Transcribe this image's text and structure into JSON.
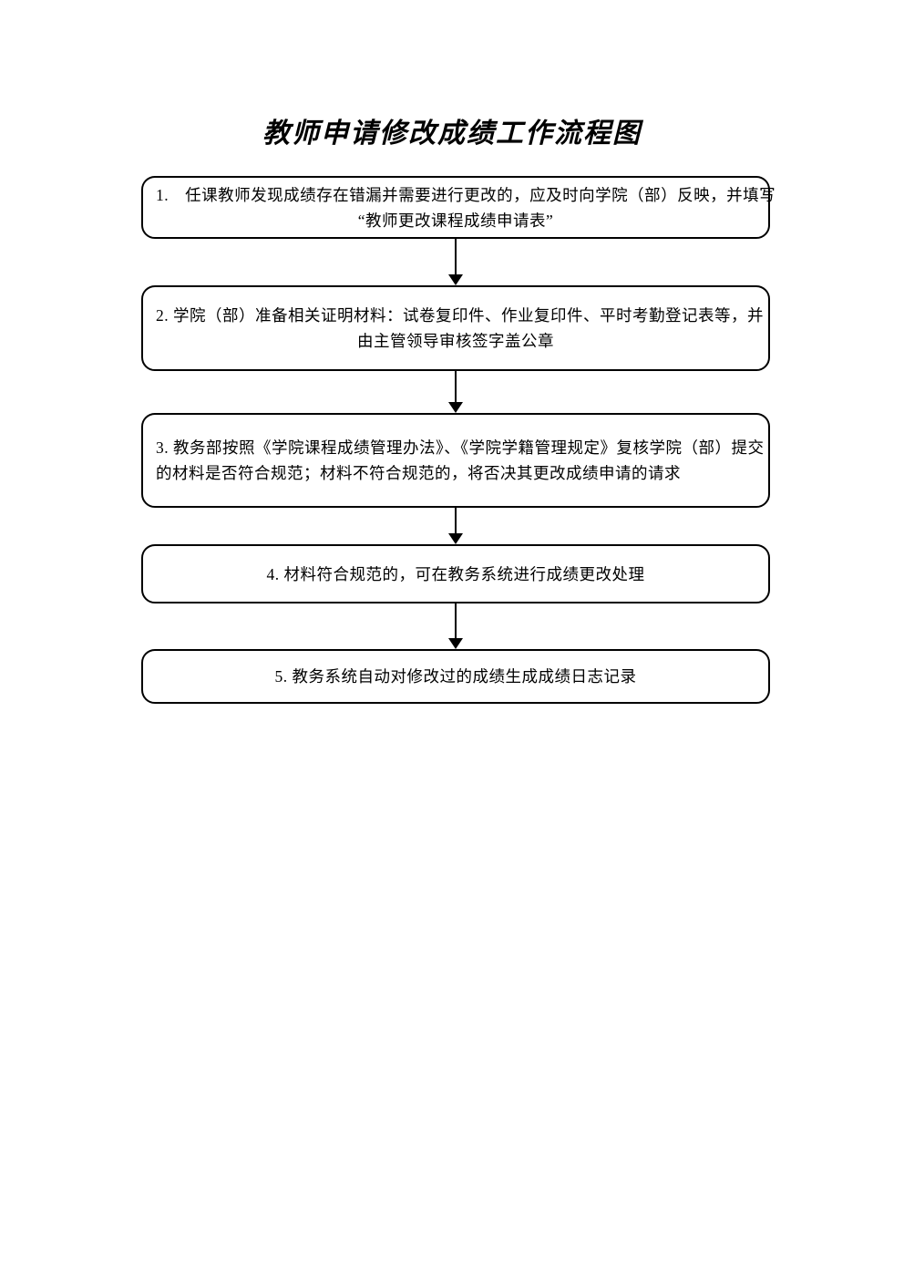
{
  "page": {
    "title": "教师申请修改成绩工作流程图"
  },
  "flow": {
    "boxes": [
      {
        "step": "1",
        "lines": [
          "1.　任课教师发现成绩存在错漏并需要进行更改的，应及时向学院（部）反映，并填写",
          "“教师更改课程成绩申请表”"
        ]
      },
      {
        "step": "2",
        "lines": [
          "2. 学院（部）准备相关证明材料：试卷复印件、作业复印件、平时考勤登记表等，并",
          "由主管领导审核签字盖公章"
        ]
      },
      {
        "step": "3",
        "lines": [
          "3. 教务部按照《学院课程成绩管理办法》、《学院学籍管理规定》复核学院（部）提交",
          "的材料是否符合规范；材料不符合规范的，将否决其更改成绩申请的请求"
        ]
      },
      {
        "step": "4",
        "lines": [
          "4. 材料符合规范的，可在教务系统进行成绩更改处理"
        ]
      },
      {
        "step": "5",
        "lines": [
          "5. 教务系统自动对修改过的成绩生成成绩日志记录"
        ]
      }
    ],
    "colors": {
      "ink": "#000000",
      "background": "#ffffff"
    }
  }
}
